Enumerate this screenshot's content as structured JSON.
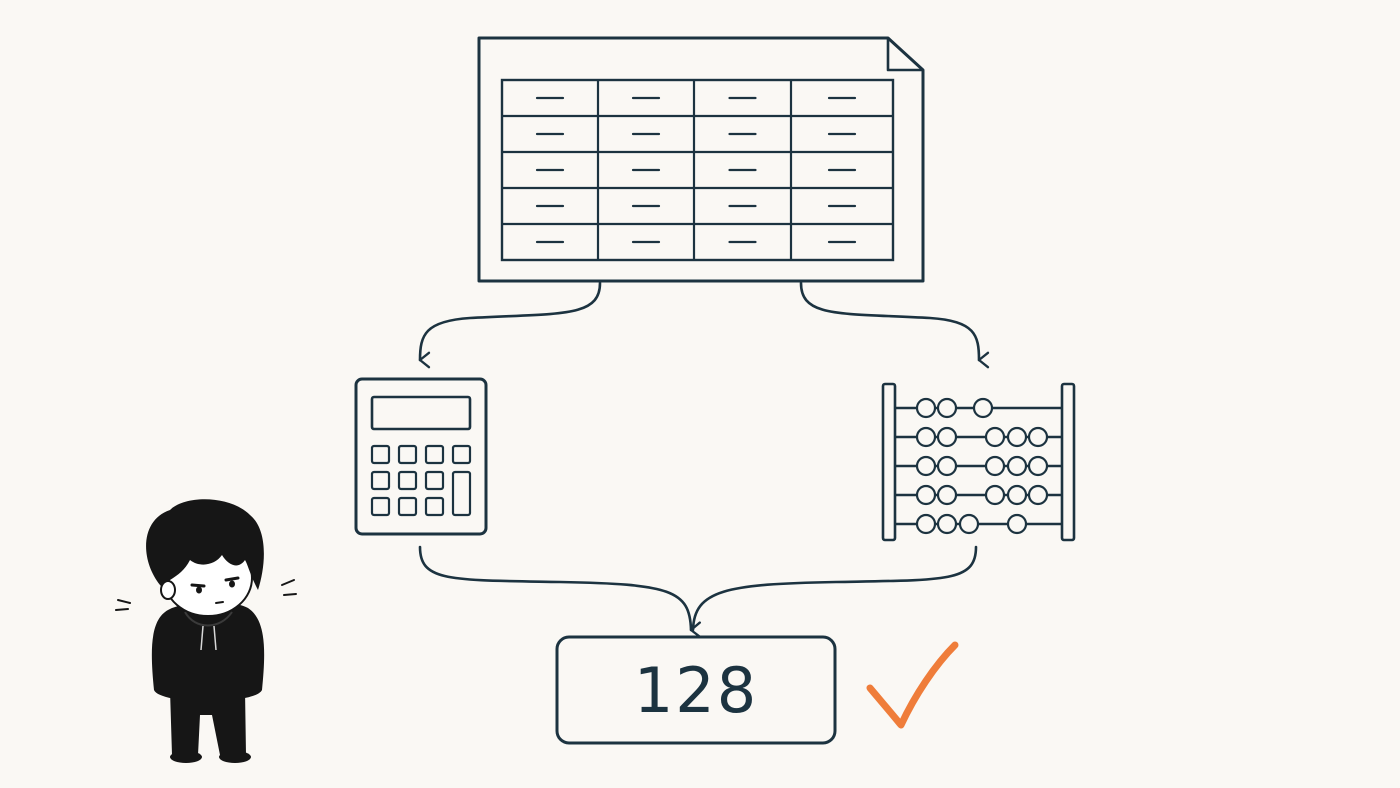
{
  "result": {
    "value": "128"
  },
  "colors": {
    "ink": "#1c3340",
    "check": "#ef7d3a",
    "background": "#faf8f4",
    "character": "#161616"
  },
  "icons": {
    "spreadsheet": "spreadsheet-icon",
    "calculator": "calculator-icon",
    "abacus": "abacus-icon",
    "check": "checkmark-icon",
    "character": "person-in-hoodie"
  },
  "spreadsheet": {
    "rows": 5,
    "columns": 4
  },
  "abacus": {
    "rods": 5
  },
  "calculator": {
    "key_rows": 3,
    "key_columns": 4
  }
}
